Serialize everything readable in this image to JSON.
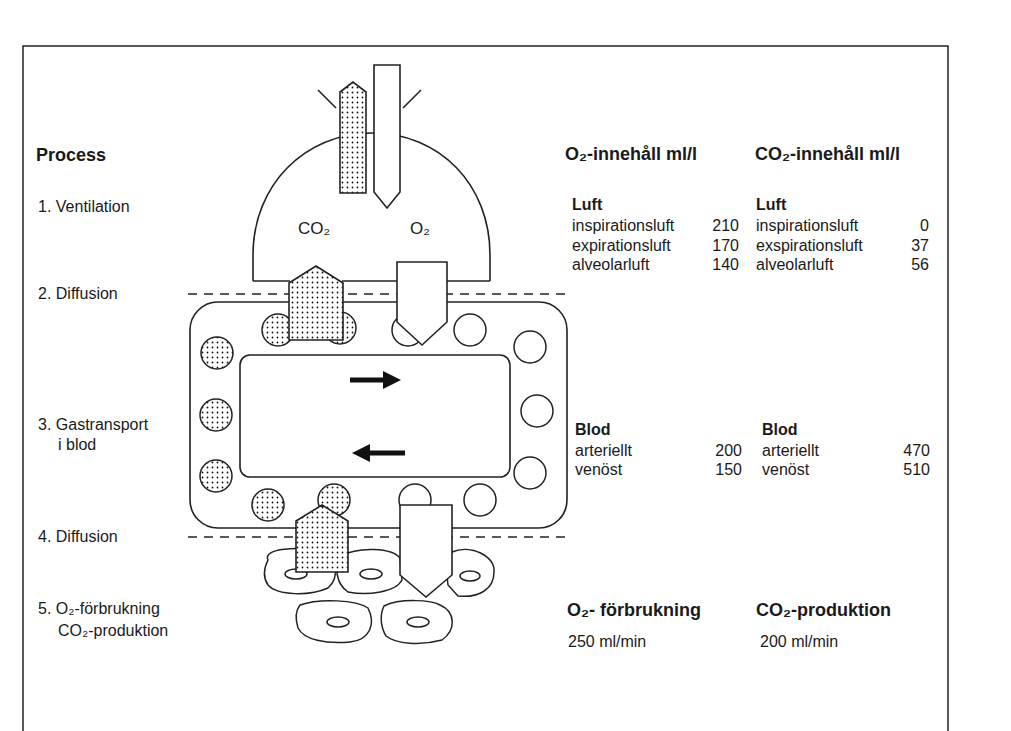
{
  "diagram": {
    "nodes": [
      {
        "text": [
          "CO₂",
          "O₂"
        ]
      }
    ],
    "labels": [
      "Process",
      "1. Ventilation",
      "2. Diffusion",
      "3. Gastransport i blod",
      "4. Diffusion",
      "5. O₂-förbrukning",
      "CO₂-produktion",
      "O₂-innehåll ml/l",
      "CO₂-innehåll ml/l",
      "Luft",
      "inspirationsluft",
      "210",
      "expirationsluft",
      "170",
      "alveolarluft",
      "140",
      "Luft",
      "inspirationsluft",
      "0",
      "exspirationsluft",
      "37",
      "alveolarluft",
      "56",
      "Blod",
      "arteriellt",
      "200",
      "venöst",
      "150",
      "Blod",
      "arteriellt",
      "470",
      "venöst",
      "510",
      "O₂- förbrukning",
      "250 ml/min",
      "CO₂-produktion",
      "200 ml/min"
    ]
  }
}
